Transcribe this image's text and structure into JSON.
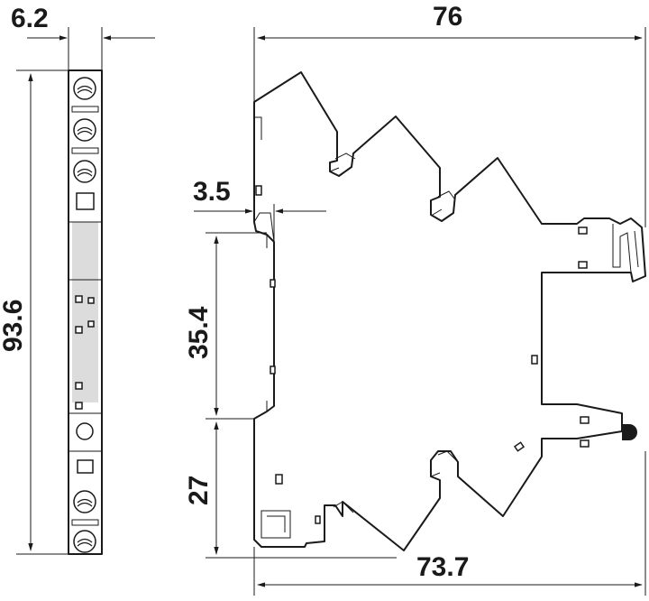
{
  "dimensions": {
    "module_width": "6.2",
    "overall_length_top": "76",
    "height": "93.6",
    "rail_offset": "3.5",
    "upper_height": "35.4",
    "lower_height": "27",
    "overall_length_bottom": "73.7"
  },
  "colors": {
    "line": "#1a1a1a",
    "background": "#ffffff",
    "led_indicator": "#1a1a1a"
  }
}
